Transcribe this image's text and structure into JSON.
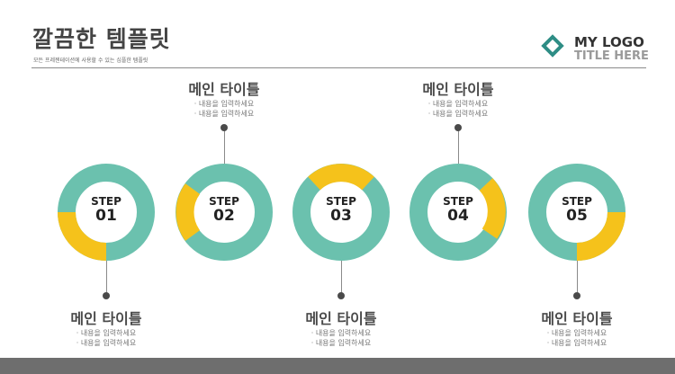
{
  "header": {
    "title": "깔끔한 템플릿",
    "subtitle": "모든 프레젠테이션에 사용할 수 있는 심플한 템플릿"
  },
  "logo": {
    "main": "MY LOGO",
    "sub": "TITLE HERE",
    "color": "#2e8d85"
  },
  "colors": {
    "ring_primary": "#6bc1ae",
    "ring_accent": "#f5c21b"
  },
  "steps": [
    {
      "word": "STEP",
      "number": "01",
      "highlight_fraction": 0.25
    },
    {
      "word": "STEP",
      "number": "02",
      "highlight_fraction": 0.25
    },
    {
      "word": "STEP",
      "number": "03",
      "highlight_fraction": 0.25
    },
    {
      "word": "STEP",
      "number": "04",
      "highlight_fraction": 0.25
    },
    {
      "word": "STEP",
      "number": "05",
      "highlight_fraction": 0.25
    }
  ],
  "callouts": [
    {
      "title": "메인 타이틀",
      "line1": "· 내용을 입력하세요",
      "line2": "· 내용을 입력하세요"
    },
    {
      "title": "메인 타이틀",
      "line1": "· 내용을 입력하세요",
      "line2": "· 내용을 입력하세요"
    },
    {
      "title": "메인 타이틀",
      "line1": "· 내용을 입력하세요",
      "line2": "· 내용을 입력하세요"
    },
    {
      "title": "메인 타이틀",
      "line1": "· 내용을 입력하세요",
      "line2": "· 내용을 입력하세요"
    },
    {
      "title": "메인 타이틀",
      "line1": "· 내용을 입력하세요",
      "line2": "· 내용을 입력하세요"
    }
  ]
}
